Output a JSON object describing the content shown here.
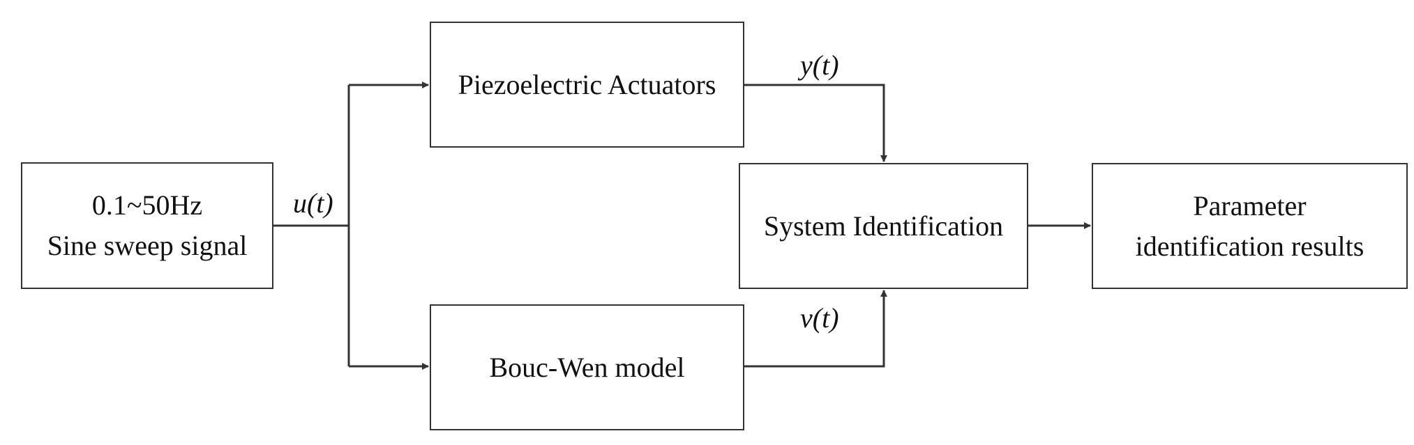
{
  "diagram": {
    "blocks": {
      "source": {
        "line1": "0.1~50Hz",
        "line2": "Sine sweep signal"
      },
      "piezo": {
        "label": "Piezoelectric Actuators"
      },
      "boucwen": {
        "label": "Bouc-Wen model"
      },
      "sysid": {
        "label": "System Identification"
      },
      "result": {
        "line1": "Parameter",
        "line2": "identification results"
      }
    },
    "signals": {
      "input": "u(t)",
      "measured": "y(t)",
      "model": "v(t)"
    },
    "colors": {
      "stroke": "#333333",
      "background": "#ffffff",
      "text": "#111111"
    }
  }
}
